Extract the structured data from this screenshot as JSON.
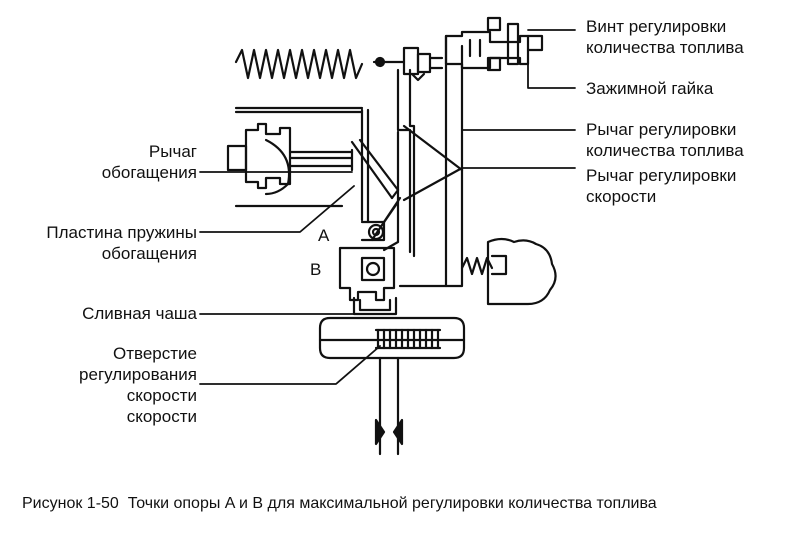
{
  "labels": {
    "adjust_screw": "Винт регулировки\nколичества топлива",
    "lock_nut": "Зажимной гайка",
    "fuel_lever": "Рычаг регулировки\nколичества топлива",
    "speed_lever": "Рычаг регулировки\nскорости",
    "enrich_lever": "Рычаг\nобогащения",
    "enrich_spring_plate": "Пластина пружины\nобогащения",
    "drain_cup": "Сливная чаша",
    "speed_hole": "Отверстие\nрегулирования\nскорости\nскорости"
  },
  "points": {
    "a": "A",
    "b": "B"
  },
  "caption": "Рисунок 1-50  Точки опоры A и B для максимальной регулировки количества топлива"
}
